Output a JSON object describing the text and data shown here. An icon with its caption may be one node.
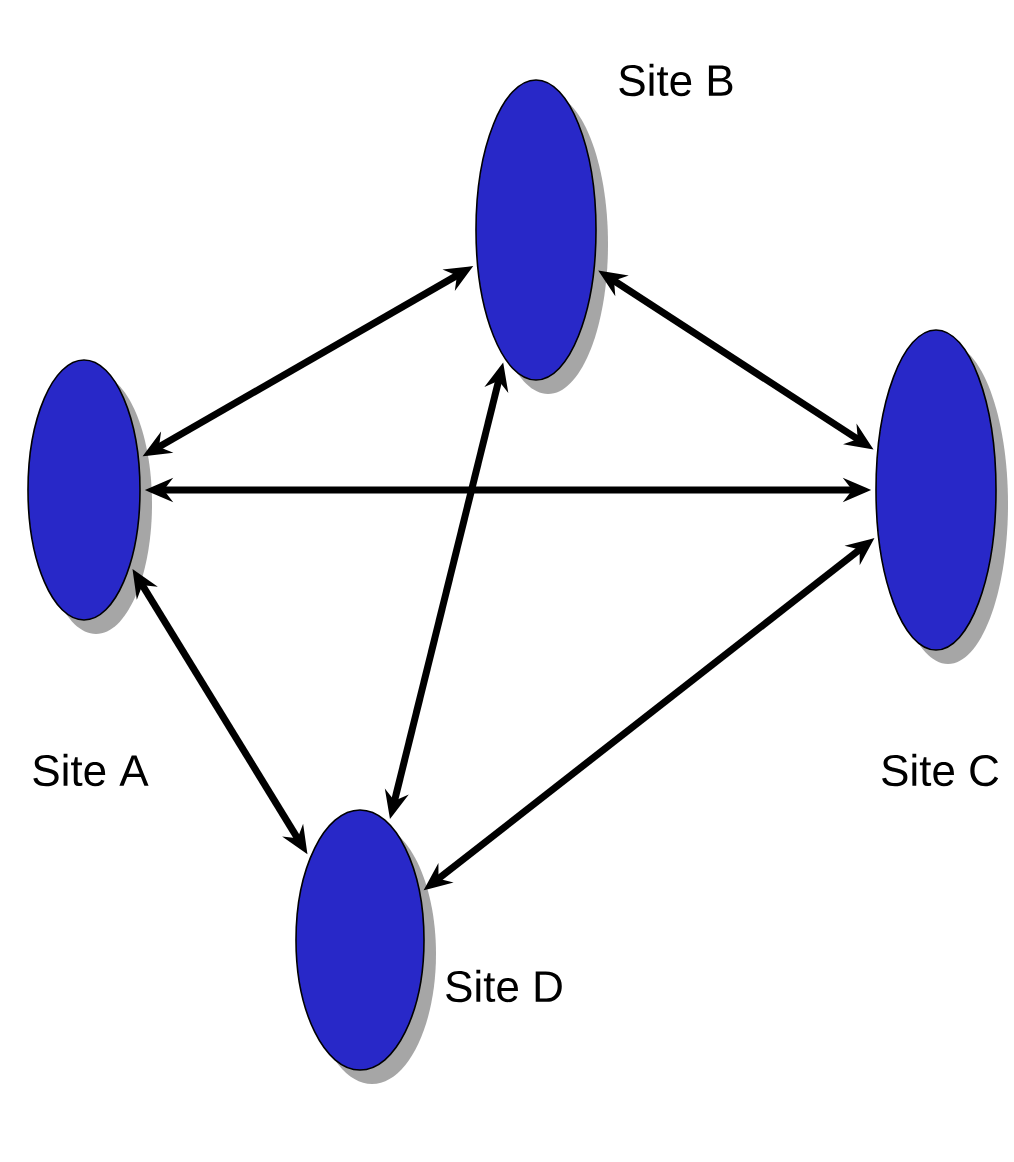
{
  "diagram": {
    "nodes": [
      {
        "text": [
          "Site A"
        ]
      },
      {
        "text": [
          "Site B"
        ]
      },
      {
        "text": [
          "Site C"
        ]
      },
      {
        "text": [
          "Site D"
        ]
      }
    ],
    "edges": [
      {
        "from": 0,
        "to": 1,
        "arrow": "both"
      },
      {
        "from": 1,
        "to": 2,
        "arrow": "both"
      },
      {
        "from": 0,
        "to": 2,
        "arrow": "both"
      },
      {
        "from": 1,
        "to": 3,
        "arrow": "both"
      },
      {
        "from": 0,
        "to": 3,
        "arrow": "both"
      },
      {
        "from": 3,
        "to": 2,
        "arrow": "both"
      }
    ]
  }
}
